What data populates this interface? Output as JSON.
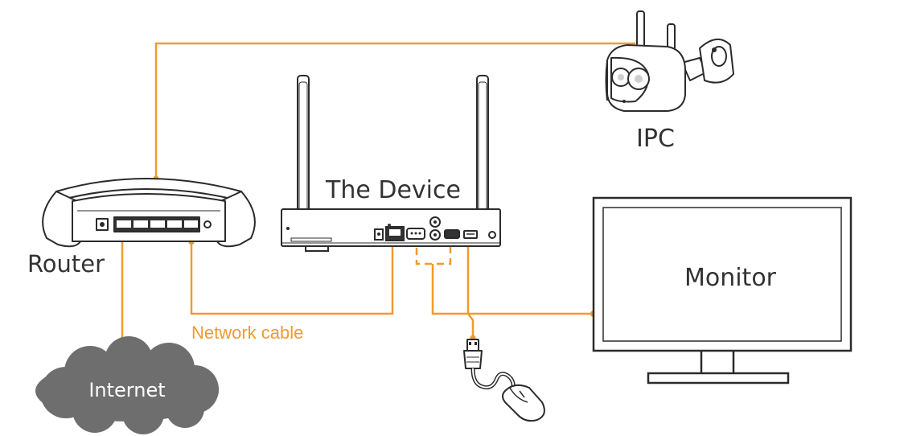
{
  "labels": {
    "ipc": "IPC",
    "device": "The Device",
    "router": "Router",
    "monitor": "Monitor",
    "internet": "Internet",
    "network_cable": "Network cable"
  },
  "colors": {
    "cable": "#F29A2E",
    "line": "#2b2b2b",
    "cloud": "#6e6e6e",
    "cloud_text": "#ffffff",
    "text": "#333333"
  },
  "icons": {
    "ipc": "ip-camera-icon",
    "device": "nvr-icon",
    "router": "router-icon",
    "monitor": "monitor-icon",
    "internet": "cloud-icon",
    "mouse": "mouse-icon"
  }
}
